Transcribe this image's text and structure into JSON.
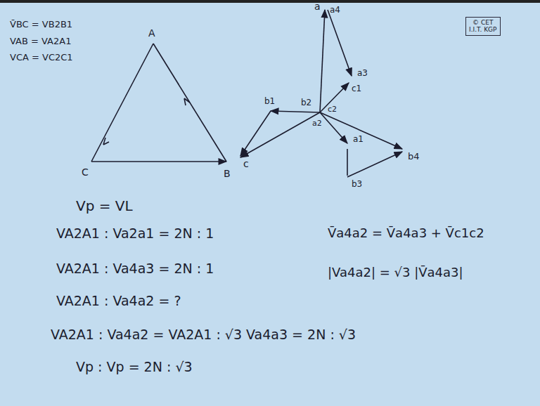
{
  "diagram": {
    "nodes": [
      {
        "text": [
          "© CET",
          "I.I.T. KGP"
        ]
      }
    ],
    "labels": [
      "V̄BC = VB2B1",
      "VAB = VA2A1",
      "VCA = VC2C1",
      "A",
      "C",
      "B",
      "a",
      "a4",
      "a3",
      "c1",
      "b1",
      "b2",
      "c2",
      "a2",
      "c",
      "a1",
      "b4",
      "b3",
      "Vp = VL",
      "VA2A1 : Va2a1 = 2N : 1",
      "VA2A1 : Va4a3 = 2N : 1",
      "VA2A1 : Va4a2 = ?",
      "VA2A1 : Va4a2 = VA2A1 : √3 Va4a3 = 2N : √3",
      "Vp : Vp = 2N : √3",
      "V̄a4a2 = V̄a4a3 + V̄c1c2",
      "|Va4a2| = √3 |V̄a4a3|"
    ]
  }
}
